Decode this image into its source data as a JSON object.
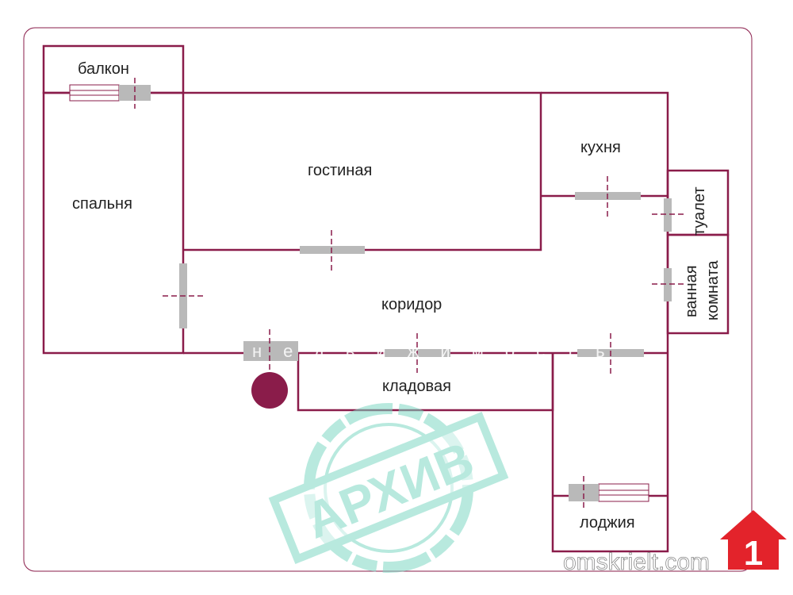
{
  "rooms": {
    "balcony": "балкон",
    "bedroom": "спальня",
    "living_room": "гостиная",
    "kitchen": "кухня",
    "toilet": "туалет",
    "bathroom_line1": "ванная",
    "bathroom_line2": "комната",
    "corridor": "коридор",
    "storage": "кладовая",
    "loggia": "лоджия"
  },
  "watermark": {
    "stamp": "АРХИВ",
    "agency": "недвижимость"
  },
  "logo": {
    "site": "omskrielt.com",
    "mark": "1"
  },
  "colors": {
    "wall": "#8a1c4a",
    "stamp": "#7fd8c4",
    "logo": "#e3232b"
  }
}
